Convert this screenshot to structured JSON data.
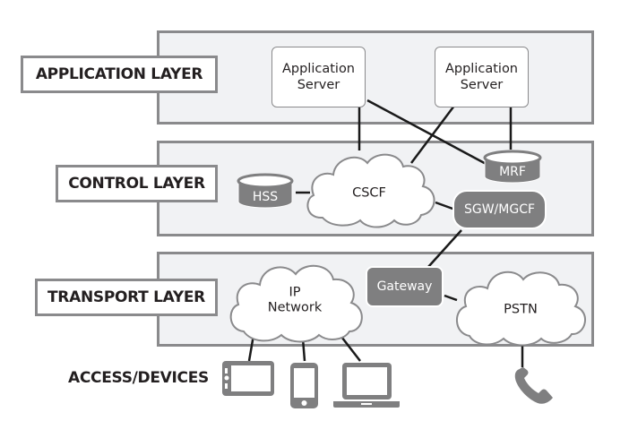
{
  "layers": {
    "application": "APPLICATION LAYER",
    "control": "CONTROL LAYER",
    "transport": "TRANSPORT LAYER",
    "access": "ACCESS/DEVICES"
  },
  "application_layer": {
    "servers": [
      {
        "line1": "Application",
        "line2": "Server"
      },
      {
        "line1": "Application",
        "line2": "Server"
      }
    ]
  },
  "control_layer": {
    "hss": "HSS",
    "cscf": "CSCF",
    "mrf": "MRF",
    "sgw_mgcf": "SGW/MGCF"
  },
  "transport_layer": {
    "ip_network_line1": "IP",
    "ip_network_line2": "Network",
    "gateway": "Gateway",
    "pstn": "PSTN"
  },
  "devices": [
    {
      "icon": "tablet-icon"
    },
    {
      "icon": "smartphone-icon"
    },
    {
      "icon": "laptop-icon"
    },
    {
      "icon": "telephone-handset-icon"
    }
  ],
  "colors": {
    "band_fill": "#f1f2f4",
    "border_gray": "#8a8a8c",
    "node_dark": "#7f7f80",
    "text_dark": "#231f20",
    "connector": "#1a1a1a"
  }
}
